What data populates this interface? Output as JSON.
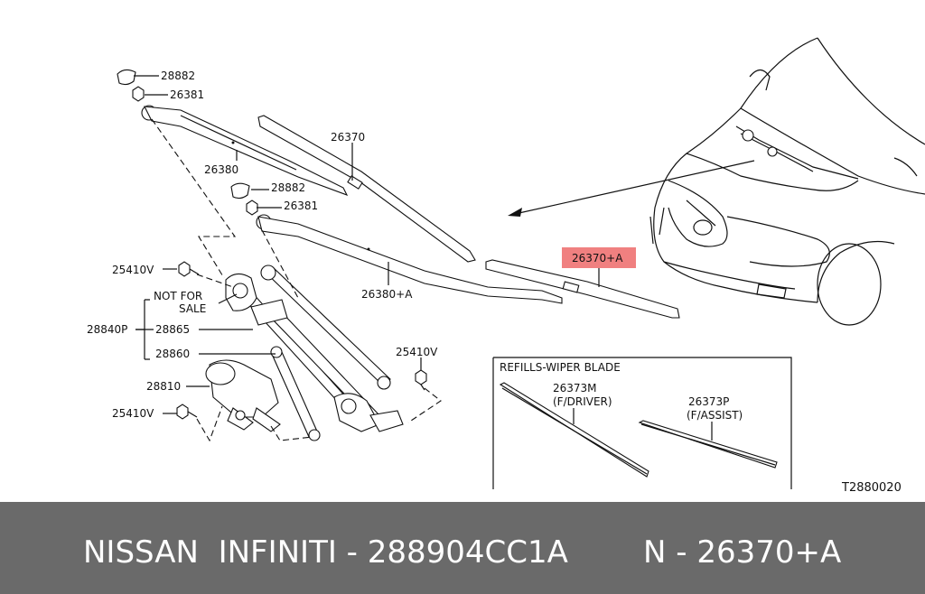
{
  "labels": {
    "p28882_top": "28882",
    "p26381_top": "26381",
    "p26370": "26370",
    "p26380": "26380",
    "p28882_mid": "28882",
    "p26381_mid": "26381",
    "p26380a": "26380+A",
    "p26370a": "26370+A",
    "p25410v_left": "25410V",
    "not_for": "NOT FOR",
    "sale": "SALE",
    "p28840p": "28840P",
    "p28865": "28865",
    "p28860": "28860",
    "p28810": "28810",
    "p25410v_bottom": "25410V",
    "p25410v_right": "25410V",
    "refills_title": "REFILLS-WIPER BLADE",
    "p26373m": "26373M",
    "f_driver": "(F/DRIVER)",
    "p26373p": "26373P",
    "f_assist": "(F/ASSIST)",
    "diagram_code": "T2880020"
  },
  "highlight_color": "#f08080",
  "footer": {
    "brand": "NISSAN  INFINITI - 288904CC1A",
    "ref": "N - 26370+A",
    "bg_color": "#6a6a6a"
  }
}
